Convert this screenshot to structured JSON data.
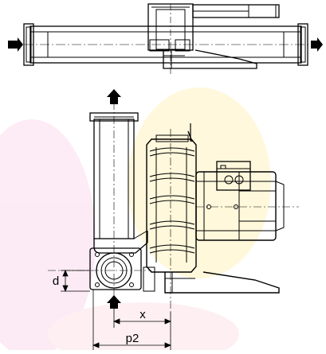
{
  "colors": {
    "line": "#000000",
    "watermark_yellow": "#fff1b0",
    "watermark_pink": "#fbd7ea",
    "watermark_red": "#fbe0e3"
  },
  "icons": {
    "flow_inlet_left": "arrow-right-icon",
    "flow_outlet_right": "arrow-right-icon",
    "flow_outlet_top": "arrow-up-icon",
    "flow_inlet_bottom": "arrow-up-icon"
  },
  "dimensions": {
    "d": "d",
    "x": "x",
    "p2": "p2"
  }
}
